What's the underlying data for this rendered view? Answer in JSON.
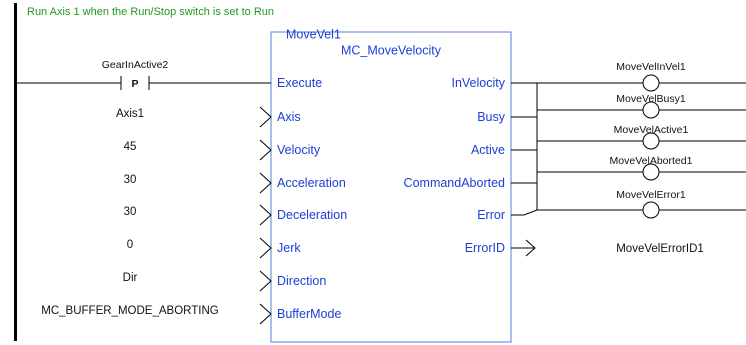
{
  "comment": "Run Axis 1 when the Run/Stop switch is set to Run",
  "block": {
    "instance": "MoveVel1",
    "type": "MC_MoveVelocity"
  },
  "inputs": [
    {
      "pin": "Execute",
      "value": "GearInActive2",
      "contact": "P"
    },
    {
      "pin": "Axis",
      "value": "Axis1"
    },
    {
      "pin": "Velocity",
      "value": "45"
    },
    {
      "pin": "Acceleration",
      "value": "30"
    },
    {
      "pin": "Deceleration",
      "value": "30"
    },
    {
      "pin": "Jerk",
      "value": "0"
    },
    {
      "pin": "Direction",
      "value": "Dir"
    },
    {
      "pin": "BufferMode",
      "value": "MC_BUFFER_MODE_ABORTING"
    }
  ],
  "outputs": [
    {
      "pin": "InVelocity",
      "variable": "MoveVelInVel1"
    },
    {
      "pin": "Busy",
      "variable": "MoveVelBusy1"
    },
    {
      "pin": "Active",
      "variable": "MoveVelActive1"
    },
    {
      "pin": "CommandAborted",
      "variable": "MoveVelAborted1"
    },
    {
      "pin": "Error",
      "variable": "MoveVelError1"
    },
    {
      "pin": "ErrorID",
      "variable": "MoveVelErrorID1"
    }
  ]
}
